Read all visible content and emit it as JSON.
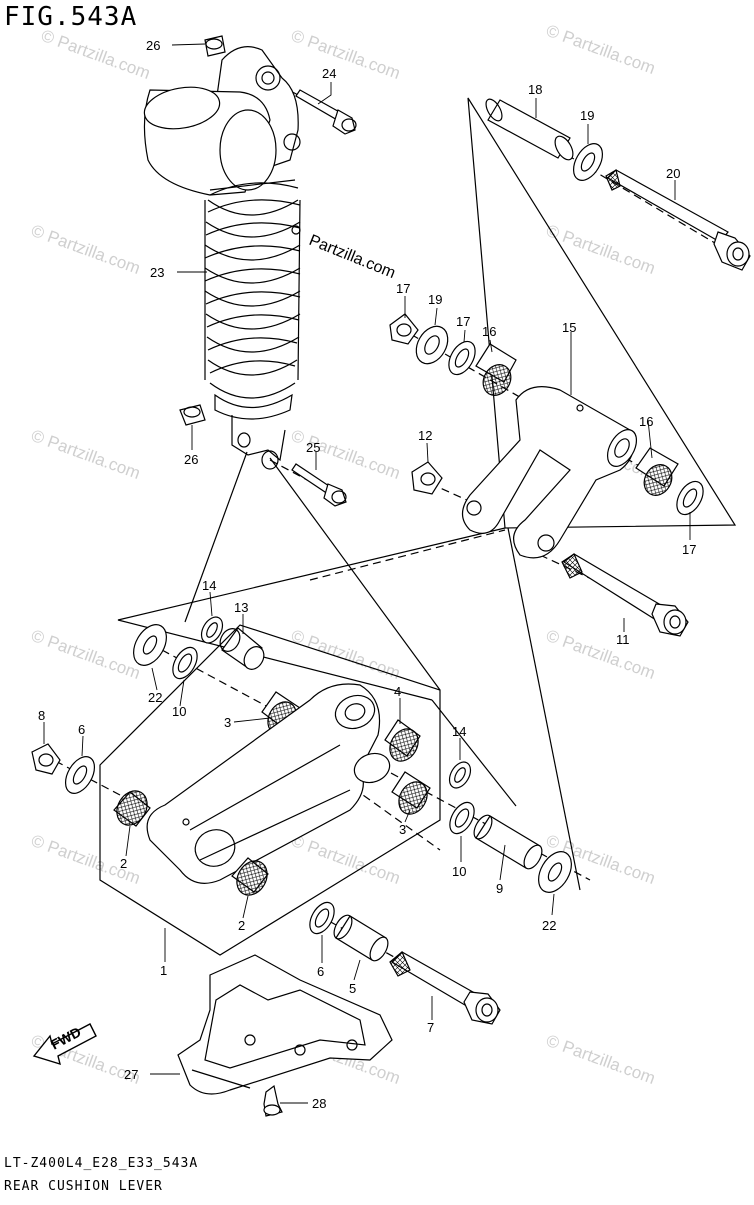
{
  "figure": {
    "title": "FIG.543A",
    "code": "LT-Z400L4_E28_E33_543A",
    "name": "REAR CUSHION LEVER"
  },
  "watermark": {
    "text": "© Partzilla.com",
    "center_text": "Partzilla.com"
  },
  "direction_arrow": "FWD",
  "callouts": [
    "26",
    "24",
    "18",
    "19",
    "20",
    "23",
    "17",
    "19",
    "17",
    "16",
    "15",
    "16",
    "26",
    "25",
    "12",
    "17",
    "11",
    "14",
    "13",
    "22",
    "10",
    "8",
    "6",
    "3",
    "4",
    "14",
    "2",
    "3",
    "10",
    "9",
    "22",
    "2",
    "1",
    "6",
    "5",
    "7",
    "27",
    "28"
  ]
}
